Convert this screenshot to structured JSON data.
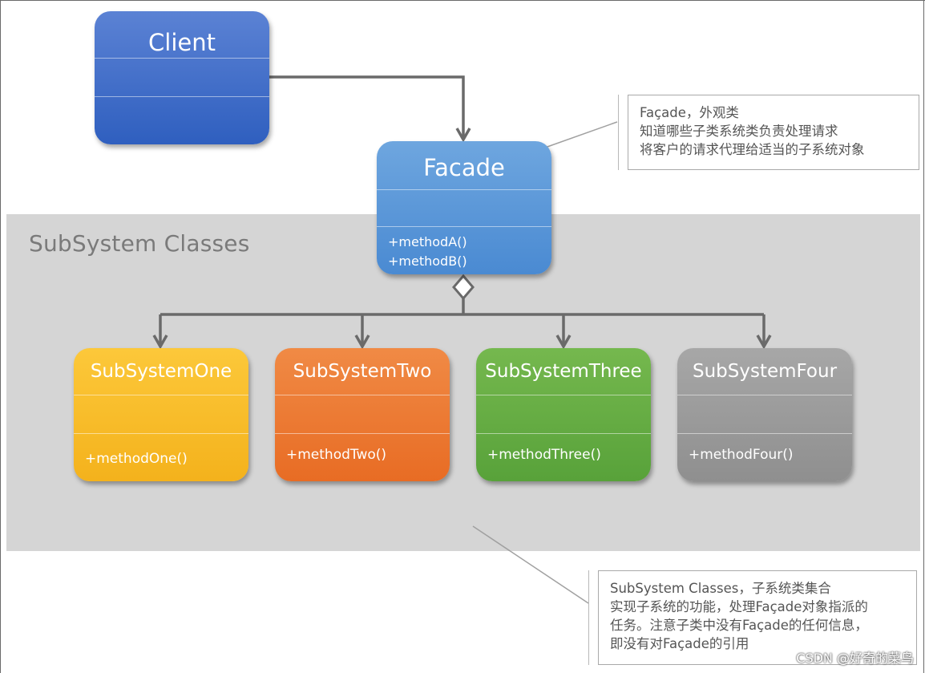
{
  "subsystem_region": {
    "title": "SubSystem Classes"
  },
  "client": {
    "name": "Client"
  },
  "facade": {
    "name": "Facade",
    "methods": [
      "+methodA()",
      "+methodB()"
    ]
  },
  "subsystems": [
    {
      "name": "SubSystemOne",
      "method": "+methodOne()",
      "color": "#f9bc2c"
    },
    {
      "name": "SubSystemTwo",
      "method": "+methodTwo()",
      "color": "#ec7a33"
    },
    {
      "name": "SubSystemThree",
      "method": "+methodThree()",
      "color": "#67ad44"
    },
    {
      "name": "SubSystemFour",
      "method": "+methodFour()",
      "color": "#9b9b9b"
    }
  ],
  "notes": {
    "facade": [
      "Façade，外观类",
      "知道哪些子类系统类负责处理请求",
      "将客户的请求代理给适当的子系统对象"
    ],
    "subsystem": [
      "SubSystem Classes，子系统类集合",
      "实现子系统的功能，处理Façade对象指派的",
      "任务。注意子类中没有Façade的任何信息，",
      "即没有对Façade的引用"
    ]
  },
  "watermark": "CSDN @好奇的菜鸟",
  "colors": {
    "client": "#4270cc",
    "facade": "#5b98d9",
    "region": "#d5d5d5",
    "connector": "#6a6a6a"
  }
}
